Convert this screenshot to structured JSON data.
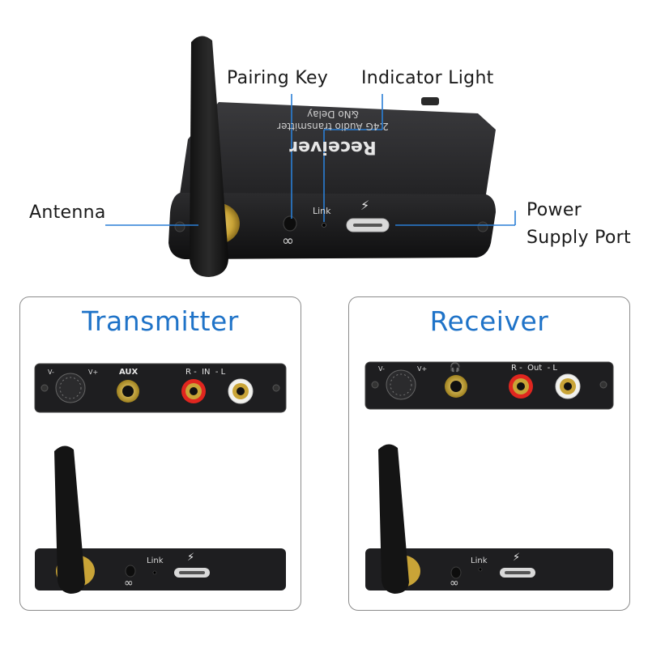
{
  "callouts": {
    "pairing_key": "Pairing Key",
    "indicator_light": "Indicator Light",
    "antenna": "Antenna",
    "power_line1": "Power",
    "power_line2": "Supply Port"
  },
  "device": {
    "brand_text": "Receiver",
    "subtitle_line1": "2.4G Audio transmitter",
    "subtitle_line2": "&No Delay",
    "link_label": "Link",
    "lightning_icon": "lightning-icon",
    "pair_icon": "infinity-icon"
  },
  "panels": {
    "transmitter": {
      "title": "Transmitter",
      "vol_minus": "V-",
      "vol_plus": "V+",
      "aux_label": "AUX",
      "rca_label": "R -  IN  - L",
      "link_label": "Link"
    },
    "receiver": {
      "title": "Receiver",
      "vol_minus": "V-",
      "vol_plus": "V+",
      "rca_label": "R -  Out  - L",
      "link_label": "Link"
    }
  },
  "colors": {
    "accent": "#1f73c8",
    "device_body": "#1c1c1e",
    "rca_red": "#e0261f",
    "rca_white": "#f2f2ee",
    "gold": "#c9a437"
  }
}
